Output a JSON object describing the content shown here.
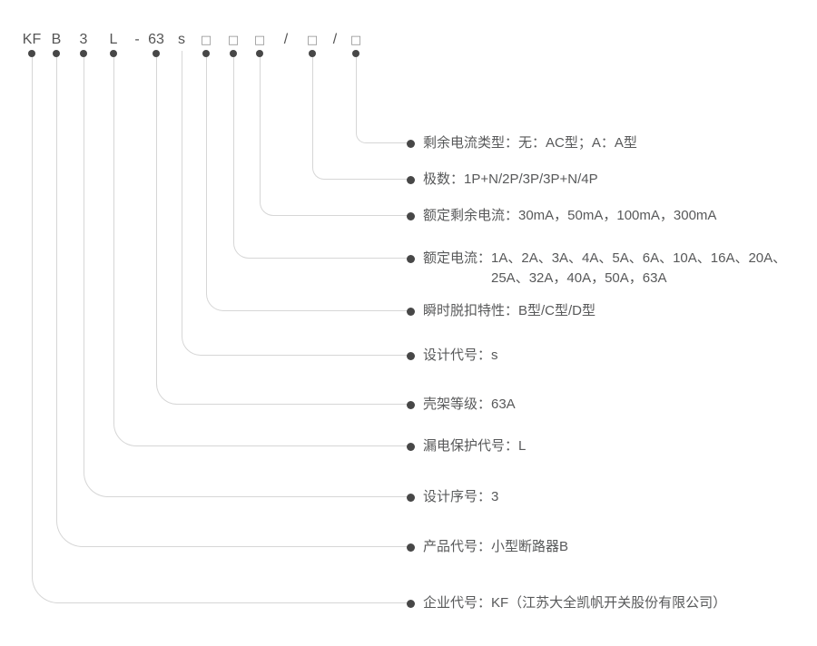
{
  "colors": {
    "line": "#d6d6d6",
    "dot": "#474747",
    "text": "#58595a",
    "code_text": "#555555",
    "box_border": "#8c8c8c"
  },
  "model_code": {
    "parts": [
      {
        "text": "KF"
      },
      {
        "text": "B"
      },
      {
        "text": "3"
      },
      {
        "text": "L"
      },
      {
        "text": "-"
      },
      {
        "text": "63"
      },
      {
        "text": "s"
      },
      {
        "text": "□"
      },
      {
        "text": "□"
      },
      {
        "text": "□"
      },
      {
        "text": "/"
      },
      {
        "text": "□"
      },
      {
        "text": "/"
      },
      {
        "text": "□"
      }
    ]
  },
  "legend_items": [
    {
      "label": "剩余电流类型：无：AC型；A：A型"
    },
    {
      "label": "极数：1P+N/2P/3P/3P+N/4P"
    },
    {
      "label": "额定剩余电流：30mA，50mA，100mA，300mA"
    },
    {
      "label": "额定电流：1A、2A、3A、4A、5A、6A、10A、16A、20A、",
      "label_line2": "25A、32A，40A，50A，63A"
    },
    {
      "label": "瞬时脱扣特性：B型/C型/D型"
    },
    {
      "label": "设计代号：s"
    },
    {
      "label": "壳架等级：63A"
    },
    {
      "label": "漏电保护代号：L"
    },
    {
      "label": "设计序号：3"
    },
    {
      "label": "产品代号：小型断路器B"
    },
    {
      "label": "企业代号：KF（江苏大全凯帆开关股份有限公司）"
    }
  ]
}
